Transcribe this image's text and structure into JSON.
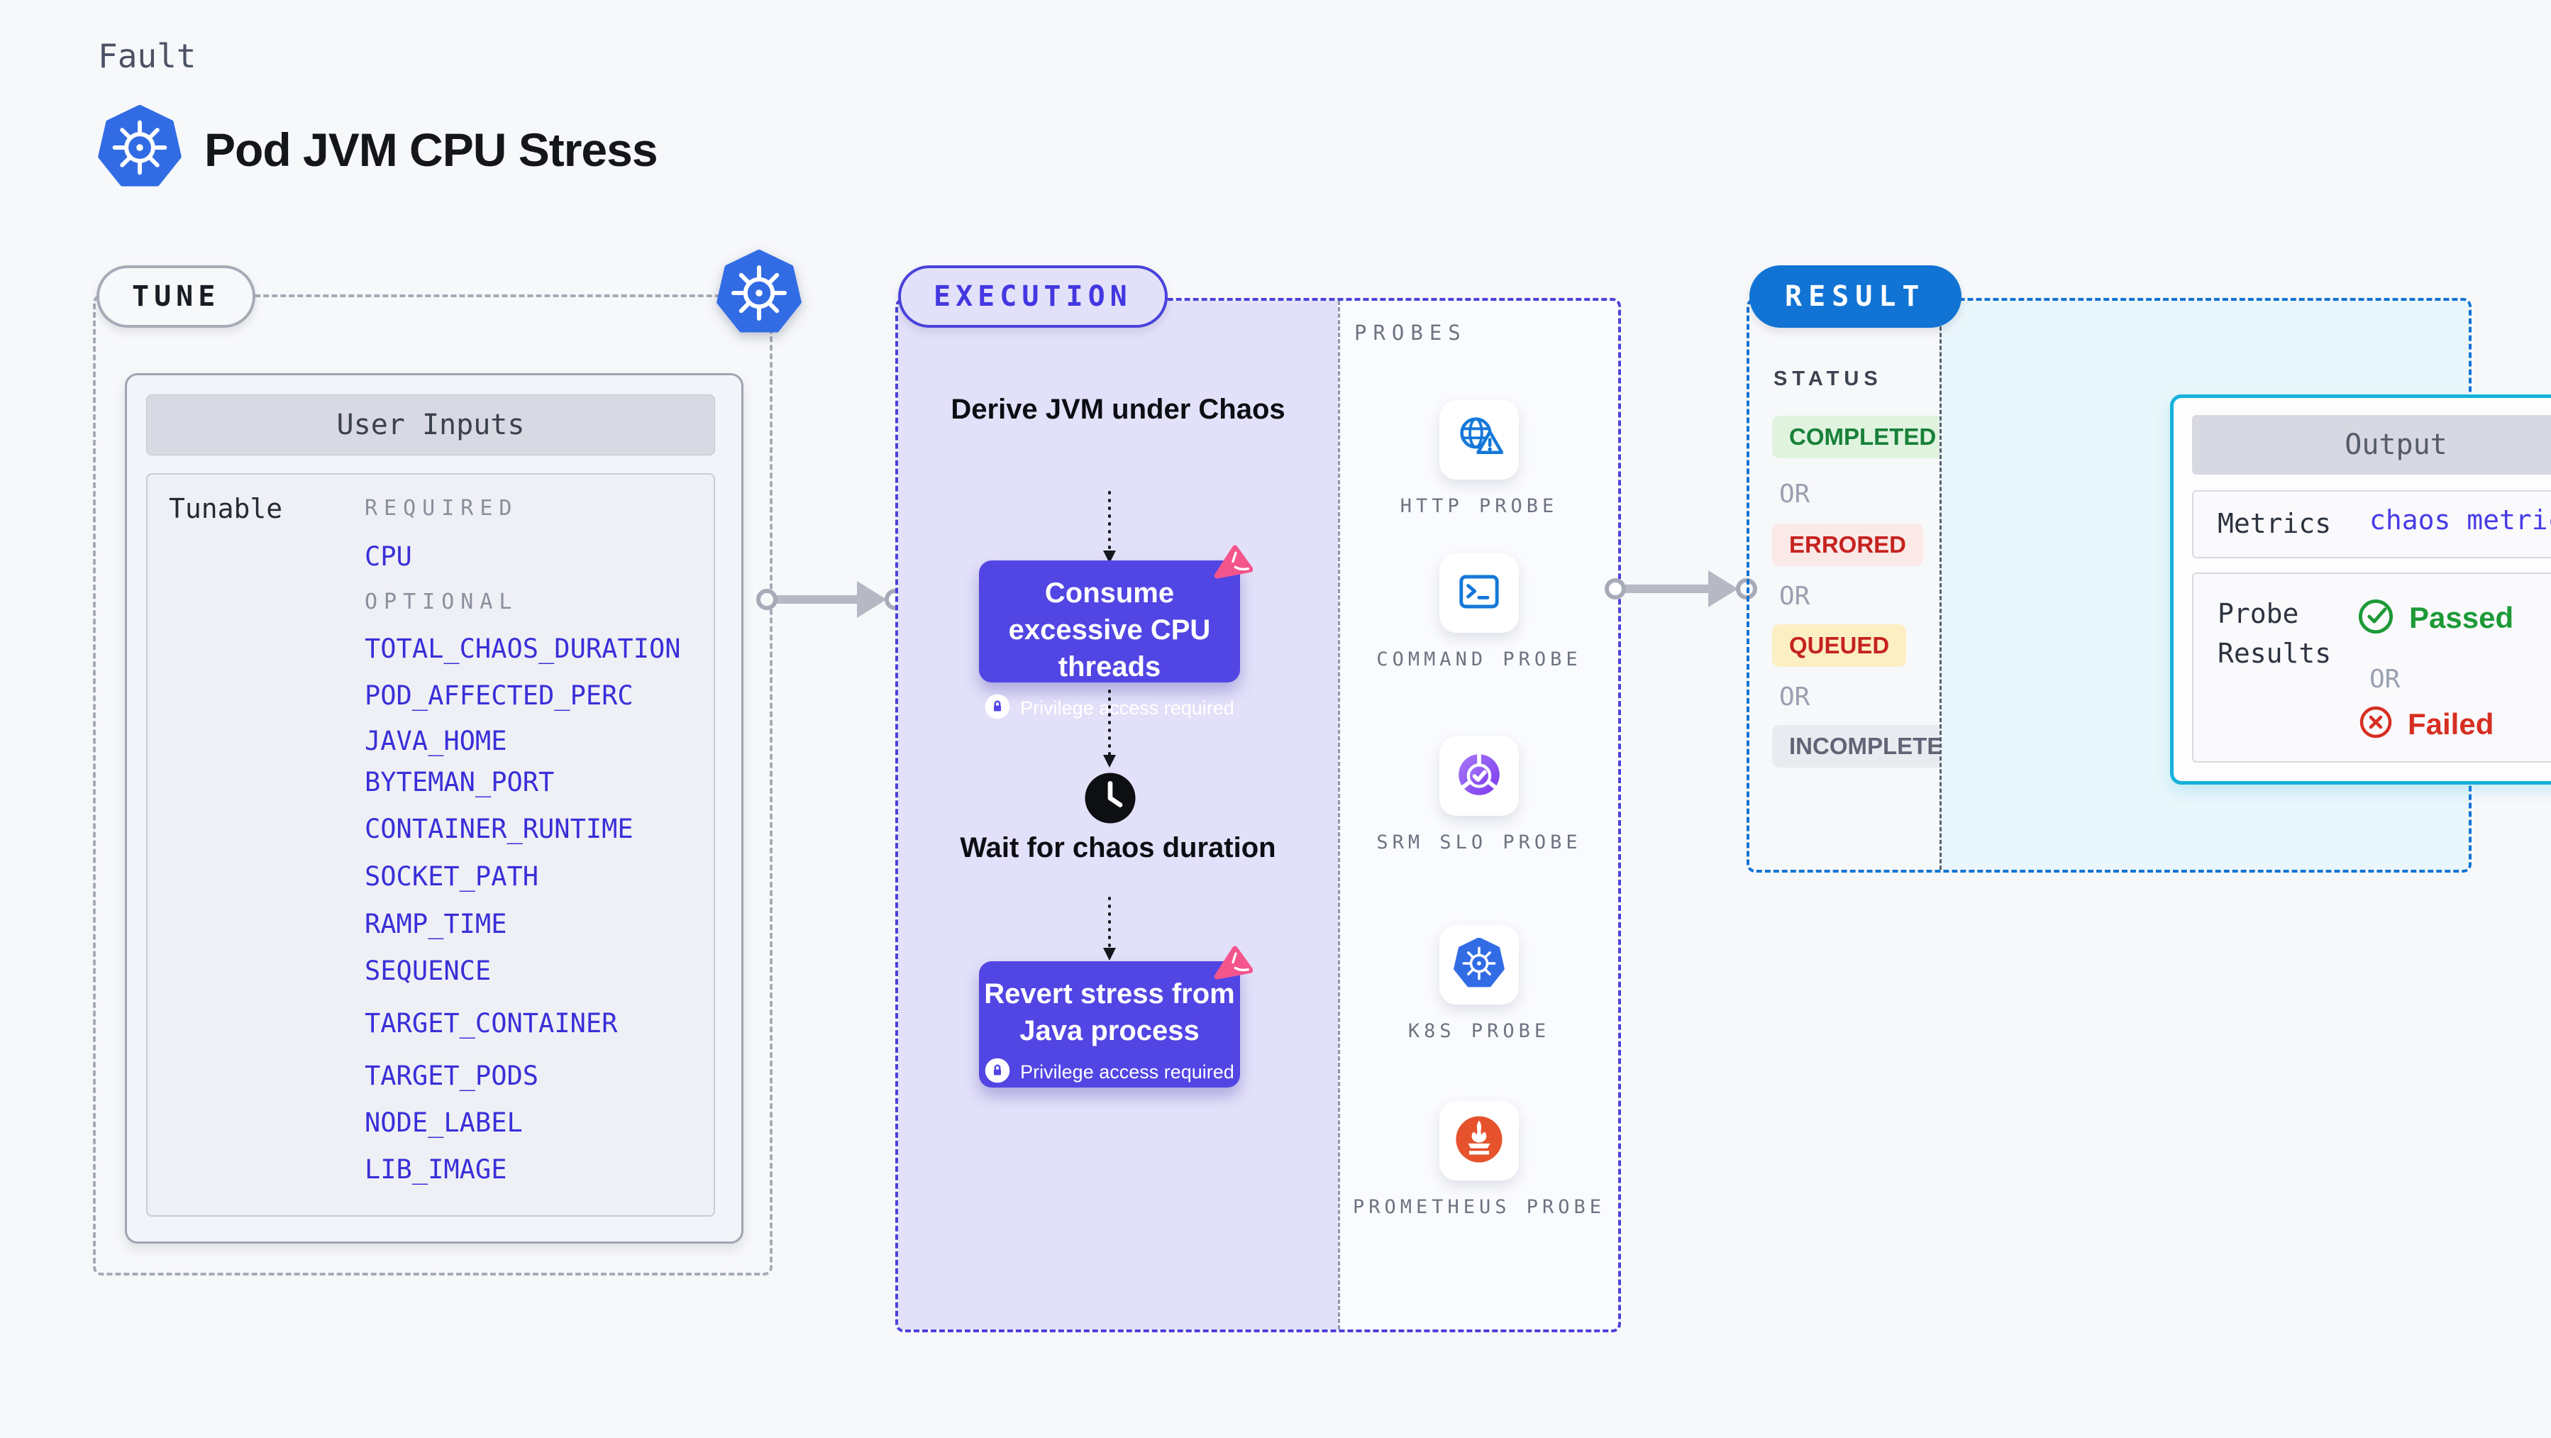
{
  "colors": {
    "page_bg": "#F7F8FA",
    "accent_indigo": "#4A42DC",
    "card_purple": "#5145E3",
    "lavender_bg": "#E3E1F9",
    "result_blue": "#1173D4",
    "output_cyan_border": "#15B2DB",
    "output_cyan_bg": "#E9F6FB",
    "item_blue": "#3A2FD8",
    "k8s_blue": "#326CE5",
    "http_probe_blue": "#1478D8",
    "srm_purple": "#7C3AED",
    "prometheus_orange": "#E6522C",
    "litmus_pink": "#F4558C",
    "completed_green": "#188038",
    "errored_red": "#C5221F",
    "queued_yellow_bg": "#FCEFC3",
    "passed_green": "#1D9A37",
    "failed_red": "#D62F22"
  },
  "header": {
    "kicker": "Fault",
    "title": "Pod JVM CPU Stress"
  },
  "tune": {
    "badge_label": "TUNE",
    "panel_title": "User Inputs",
    "row_label": "Tunable",
    "required_label": "REQUIRED",
    "required_items": [
      "CPU"
    ],
    "optional_label": "OPTIONAL",
    "optional_items": [
      "TOTAL_CHAOS_DURATION",
      "POD_AFFECTED_PERC",
      "JAVA_HOME",
      "BYTEMAN_PORT",
      "CONTAINER_RUNTIME",
      "SOCKET_PATH",
      "RAMP_TIME",
      "SEQUENCE",
      "TARGET_CONTAINER",
      "TARGET_PODS",
      "NODE_LABEL",
      "LIB_IMAGE"
    ]
  },
  "execution": {
    "badge_label": "EXECUTION",
    "derive_label": "Derive JVM under Chaos",
    "consume_label": "Consume excessive CPU threads",
    "wait_label": "Wait for chaos duration",
    "revert_label": "Revert stress from Java process",
    "privilege_note": "Privilege access required"
  },
  "probes": {
    "title": "PROBES",
    "items": [
      "HTTP PROBE",
      "COMMAND PROBE",
      "SRM SLO PROBE",
      "K8S PROBE",
      "PROMETHEUS PROBE"
    ]
  },
  "result": {
    "badge_label": "RESULT",
    "status_label": "STATUS",
    "or_label": "OR",
    "statuses": [
      "COMPLETED",
      "ERRORED",
      "QUEUED",
      "INCOMPLETED"
    ],
    "output": {
      "title": "Output",
      "metrics_label": "Metrics",
      "metrics_value": "chaos metrics",
      "probe_results_label": "Probe Results",
      "passed_label": "Passed",
      "or_label": "OR",
      "failed_label": "Failed"
    }
  }
}
